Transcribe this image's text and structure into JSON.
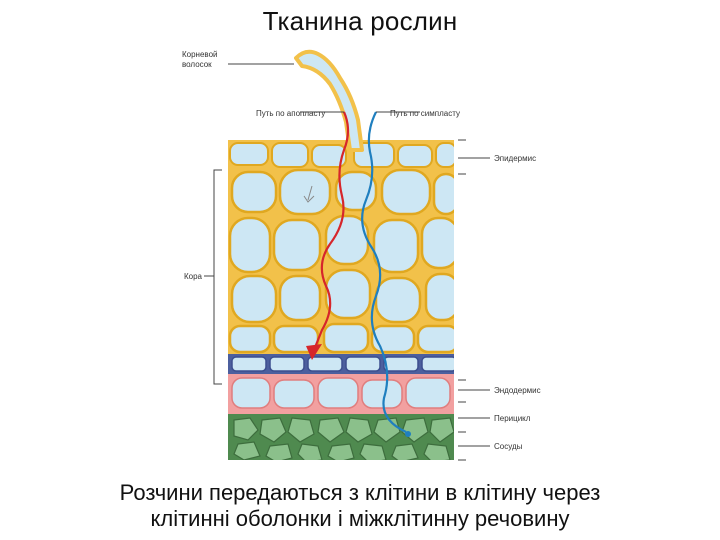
{
  "slide": {
    "title": "Тканина рослин",
    "caption_line1": "Розчини передаються з клітини в клітину через",
    "caption_line2": "клітинні оболонки і міжклітинну речовину"
  },
  "diagram": {
    "labels": {
      "root_hair": [
        "Корневой",
        "волосок"
      ],
      "apoplast_path": "Путь по апопласту",
      "symplast_path": "Путь по симпласту",
      "epidermis": "Эпидермис",
      "cortex": "Кора",
      "endodermis": "Эндодермис",
      "pericycle": "Перицикл",
      "vessels": "Сосуды"
    },
    "colors": {
      "cell_wall": "#f2c14a",
      "cell_fill": "#cde7f4",
      "endodermis": "#4c5f9e",
      "pericycle": "#f2a0a0",
      "stele": "#4f8a4f",
      "apoplast_line": "#d6262b",
      "symplast_line": "#1f7fbf"
    }
  }
}
